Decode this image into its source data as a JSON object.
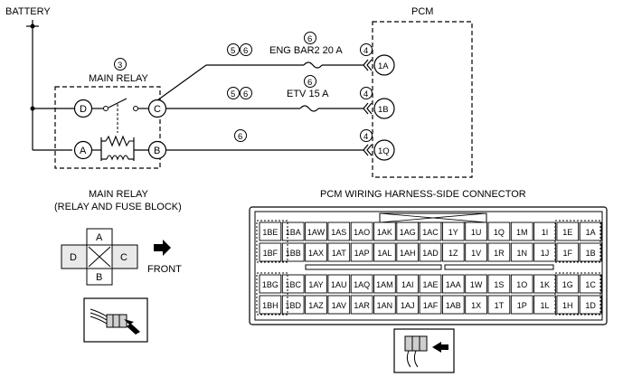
{
  "labels": {
    "battery": "BATTERY",
    "pcm": "PCM",
    "main_relay": "MAIN RELAY",
    "main_relay_caption_1": "MAIN RELAY",
    "main_relay_caption_2": "(RELAY AND FUSE BLOCK)",
    "pcm_connector_caption": "PCM WIRING HARNESS-SIDE CONNECTOR",
    "front": "FRONT"
  },
  "refs": {
    "main_relay": "3",
    "fuse1_a": "5",
    "fuse1_b": "6",
    "fuse1_top": "6",
    "fuse2_a": "5",
    "fuse2_b": "6",
    "fuse2_top": "6",
    "line3": "6",
    "pin1a": "4",
    "pin1b": "4",
    "pin1q": "4"
  },
  "fuses": {
    "eng_bar2": "ENG BAR2 20 A",
    "etv": "ETV 15 A"
  },
  "relay_terminals": {
    "d": "D",
    "c": "C",
    "a": "A",
    "b": "B"
  },
  "pcm_pins": {
    "p1a": "1A",
    "p1b": "1B",
    "p1q": "1Q"
  },
  "relay_connector": {
    "a": "A",
    "b": "B",
    "c": "C",
    "d": "D"
  },
  "pcm_connector": {
    "row1": [
      "1BE",
      "1BA",
      "1AW",
      "1AS",
      "1AO",
      "1AK",
      "1AG",
      "1AC",
      "1Y",
      "1U",
      "1Q",
      "1M",
      "1I",
      "1E",
      "1A"
    ],
    "row2": [
      "1BF",
      "1BB",
      "1AX",
      "1AT",
      "1AP",
      "1AL",
      "1AH",
      "1AD",
      "1Z",
      "1V",
      "1R",
      "1N",
      "1J",
      "1F",
      "1B"
    ],
    "row3": [
      "1BG",
      "1BC",
      "1AY",
      "1AU",
      "1AQ",
      "1AM",
      "1AI",
      "1AE",
      "1AA",
      "1W",
      "1S",
      "1O",
      "1K",
      "1G",
      "1C"
    ],
    "row4": [
      "1BH",
      "1BD",
      "1AZ",
      "1AV",
      "1AR",
      "1AN",
      "1AJ",
      "1AF",
      "1AB",
      "1X",
      "1T",
      "1P",
      "1L",
      "1H",
      "1D"
    ]
  }
}
